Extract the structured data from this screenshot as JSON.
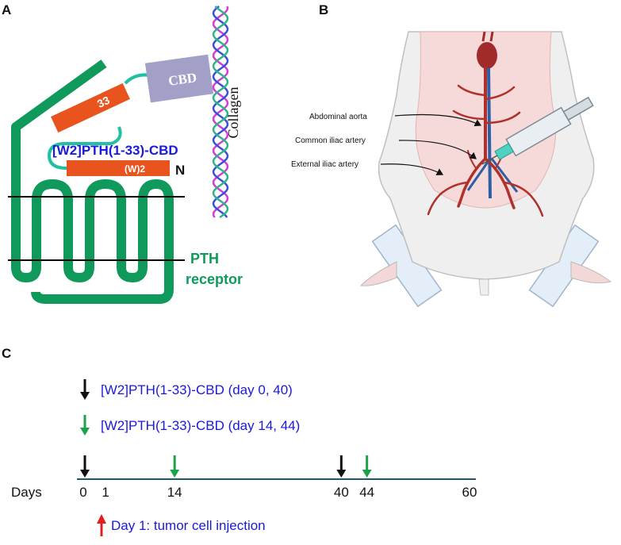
{
  "panel_a": {
    "letter": "A",
    "helix_33_label": "33",
    "helix_w2_label": "(W)2",
    "cbd_label": "CBD",
    "collagen_label": "Collagen",
    "peptide_label": "[W2]PTH(1-33)-CBD",
    "n_terminus_label": "N",
    "receptor_label_line1": "PTH",
    "receptor_label_line2": "receptor",
    "colors": {
      "receptor": "#0f9a5b",
      "helix": "#e8531e",
      "cbd": "#a3a0c8",
      "linker": "#20c0a0",
      "peptide_text": "#1a1adb",
      "collagen_strand_1": "#d43cd4",
      "collagen_strand_2": "#3a50d8",
      "collagen_strand_3": "#2fb38a"
    }
  },
  "panel_b": {
    "letter": "B",
    "labels": [
      "Abdominal aorta",
      "Common iliac artery",
      "External iliac artery"
    ],
    "colors": {
      "artery": "#b0302a",
      "vein": "#2b5fa8",
      "skin": "#efefef",
      "cavity": "#f6d9d9"
    }
  },
  "panel_c": {
    "letter": "C",
    "legend": [
      {
        "arrow_color": "#111111",
        "text": "[W2]PTH(1-33)-CBD (day 0, 40)"
      },
      {
        "arrow_color": "#1aa34a",
        "text": "[W2]PTH(1-33)-CBD (day 14, 44)"
      }
    ],
    "axis_label": "Days",
    "ticks": [
      "0",
      "1",
      "14",
      "40",
      "44",
      "60"
    ],
    "injections": [
      {
        "day": 0,
        "color": "#111111"
      },
      {
        "day": 14,
        "color": "#1aa34a"
      },
      {
        "day": 40,
        "color": "#111111"
      },
      {
        "day": 44,
        "color": "#1aa34a"
      }
    ],
    "tumor_note": "Day 1: tumor cell injection",
    "tumor_arrow_color": "#e02020",
    "legend_text_color": "#1a1adb"
  }
}
